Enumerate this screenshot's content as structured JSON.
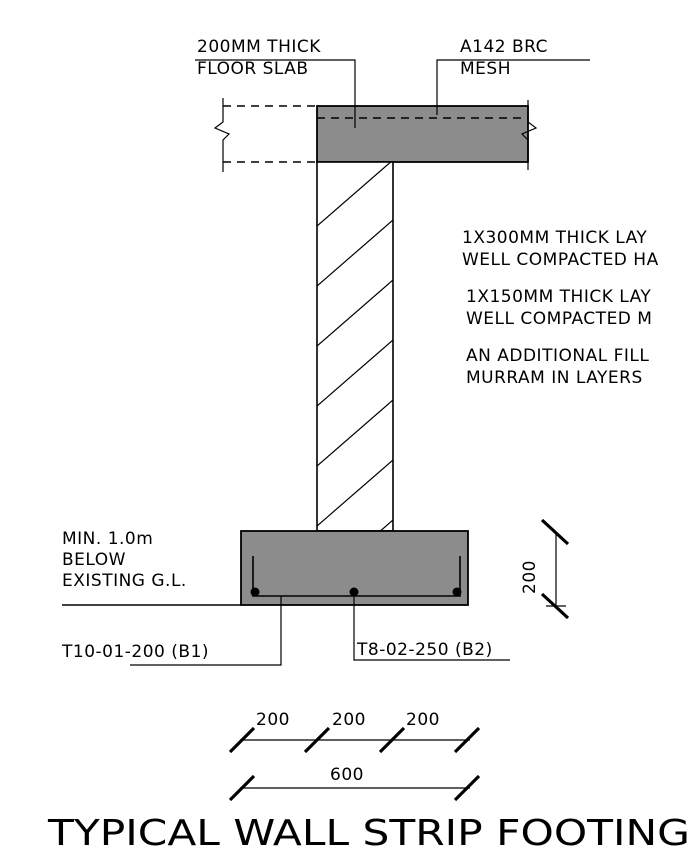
{
  "labels": {
    "slab_line1": "200MM THICK",
    "slab_line2": "FLOOR SLAB",
    "mesh_line1": "A142 BRC",
    "mesh_line2": "MESH",
    "fill1_line1": "1X300MM THICK LAY",
    "fill1_line2": "WELL COMPACTED HA",
    "fill2_line1": "1X150MM THICK LAY",
    "fill2_line2": "WELL COMPACTED M",
    "fill3_line1": "AN ADDITIONAL FILL",
    "fill3_line2": "MURRAM IN LAYERS",
    "depth_line1": "MIN. 1.0m",
    "depth_line2": "BELOW",
    "depth_line3": "EXISTING G.L.",
    "bar_b1": "T10-01-200 (B1)",
    "bar_b2": "T8-02-250 (B2)"
  },
  "dimensions": {
    "footing_depth": "200",
    "segment_1": "200",
    "segment_2": "200",
    "segment_3": "200",
    "overall_width": "600"
  },
  "title": "TYPICAL WALL STRIP FOOTING"
}
